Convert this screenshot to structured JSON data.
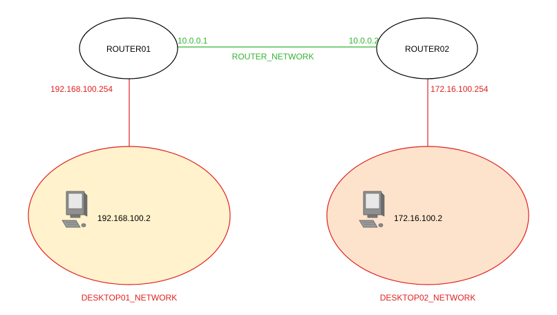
{
  "colors": {
    "router_link": "#33b233",
    "lan_link": "#e02020",
    "router_fill": "#ffffff",
    "router_stroke": "#000000",
    "desktop01_fill": "#fff2cc",
    "desktop02_fill": "#fde3cc",
    "network_stroke": "#e02020"
  },
  "routers": [
    {
      "name": "ROUTER01"
    },
    {
      "name": "ROUTER02"
    }
  ],
  "router_network": {
    "name": "ROUTER_NETWORK",
    "router01_ip": "10.0.0.1",
    "router02_ip": "10.0.0.2"
  },
  "desktop_networks": [
    {
      "name": "DESKTOP01_NETWORK",
      "gateway_ip": "192.168.100.254",
      "host_ip": "192.168.100.2",
      "host_icon": "desktop-computer-icon"
    },
    {
      "name": "DESKTOP02_NETWORK",
      "gateway_ip": "172.16.100.254",
      "host_ip": "172.16.100.2",
      "host_icon": "desktop-computer-icon"
    }
  ]
}
